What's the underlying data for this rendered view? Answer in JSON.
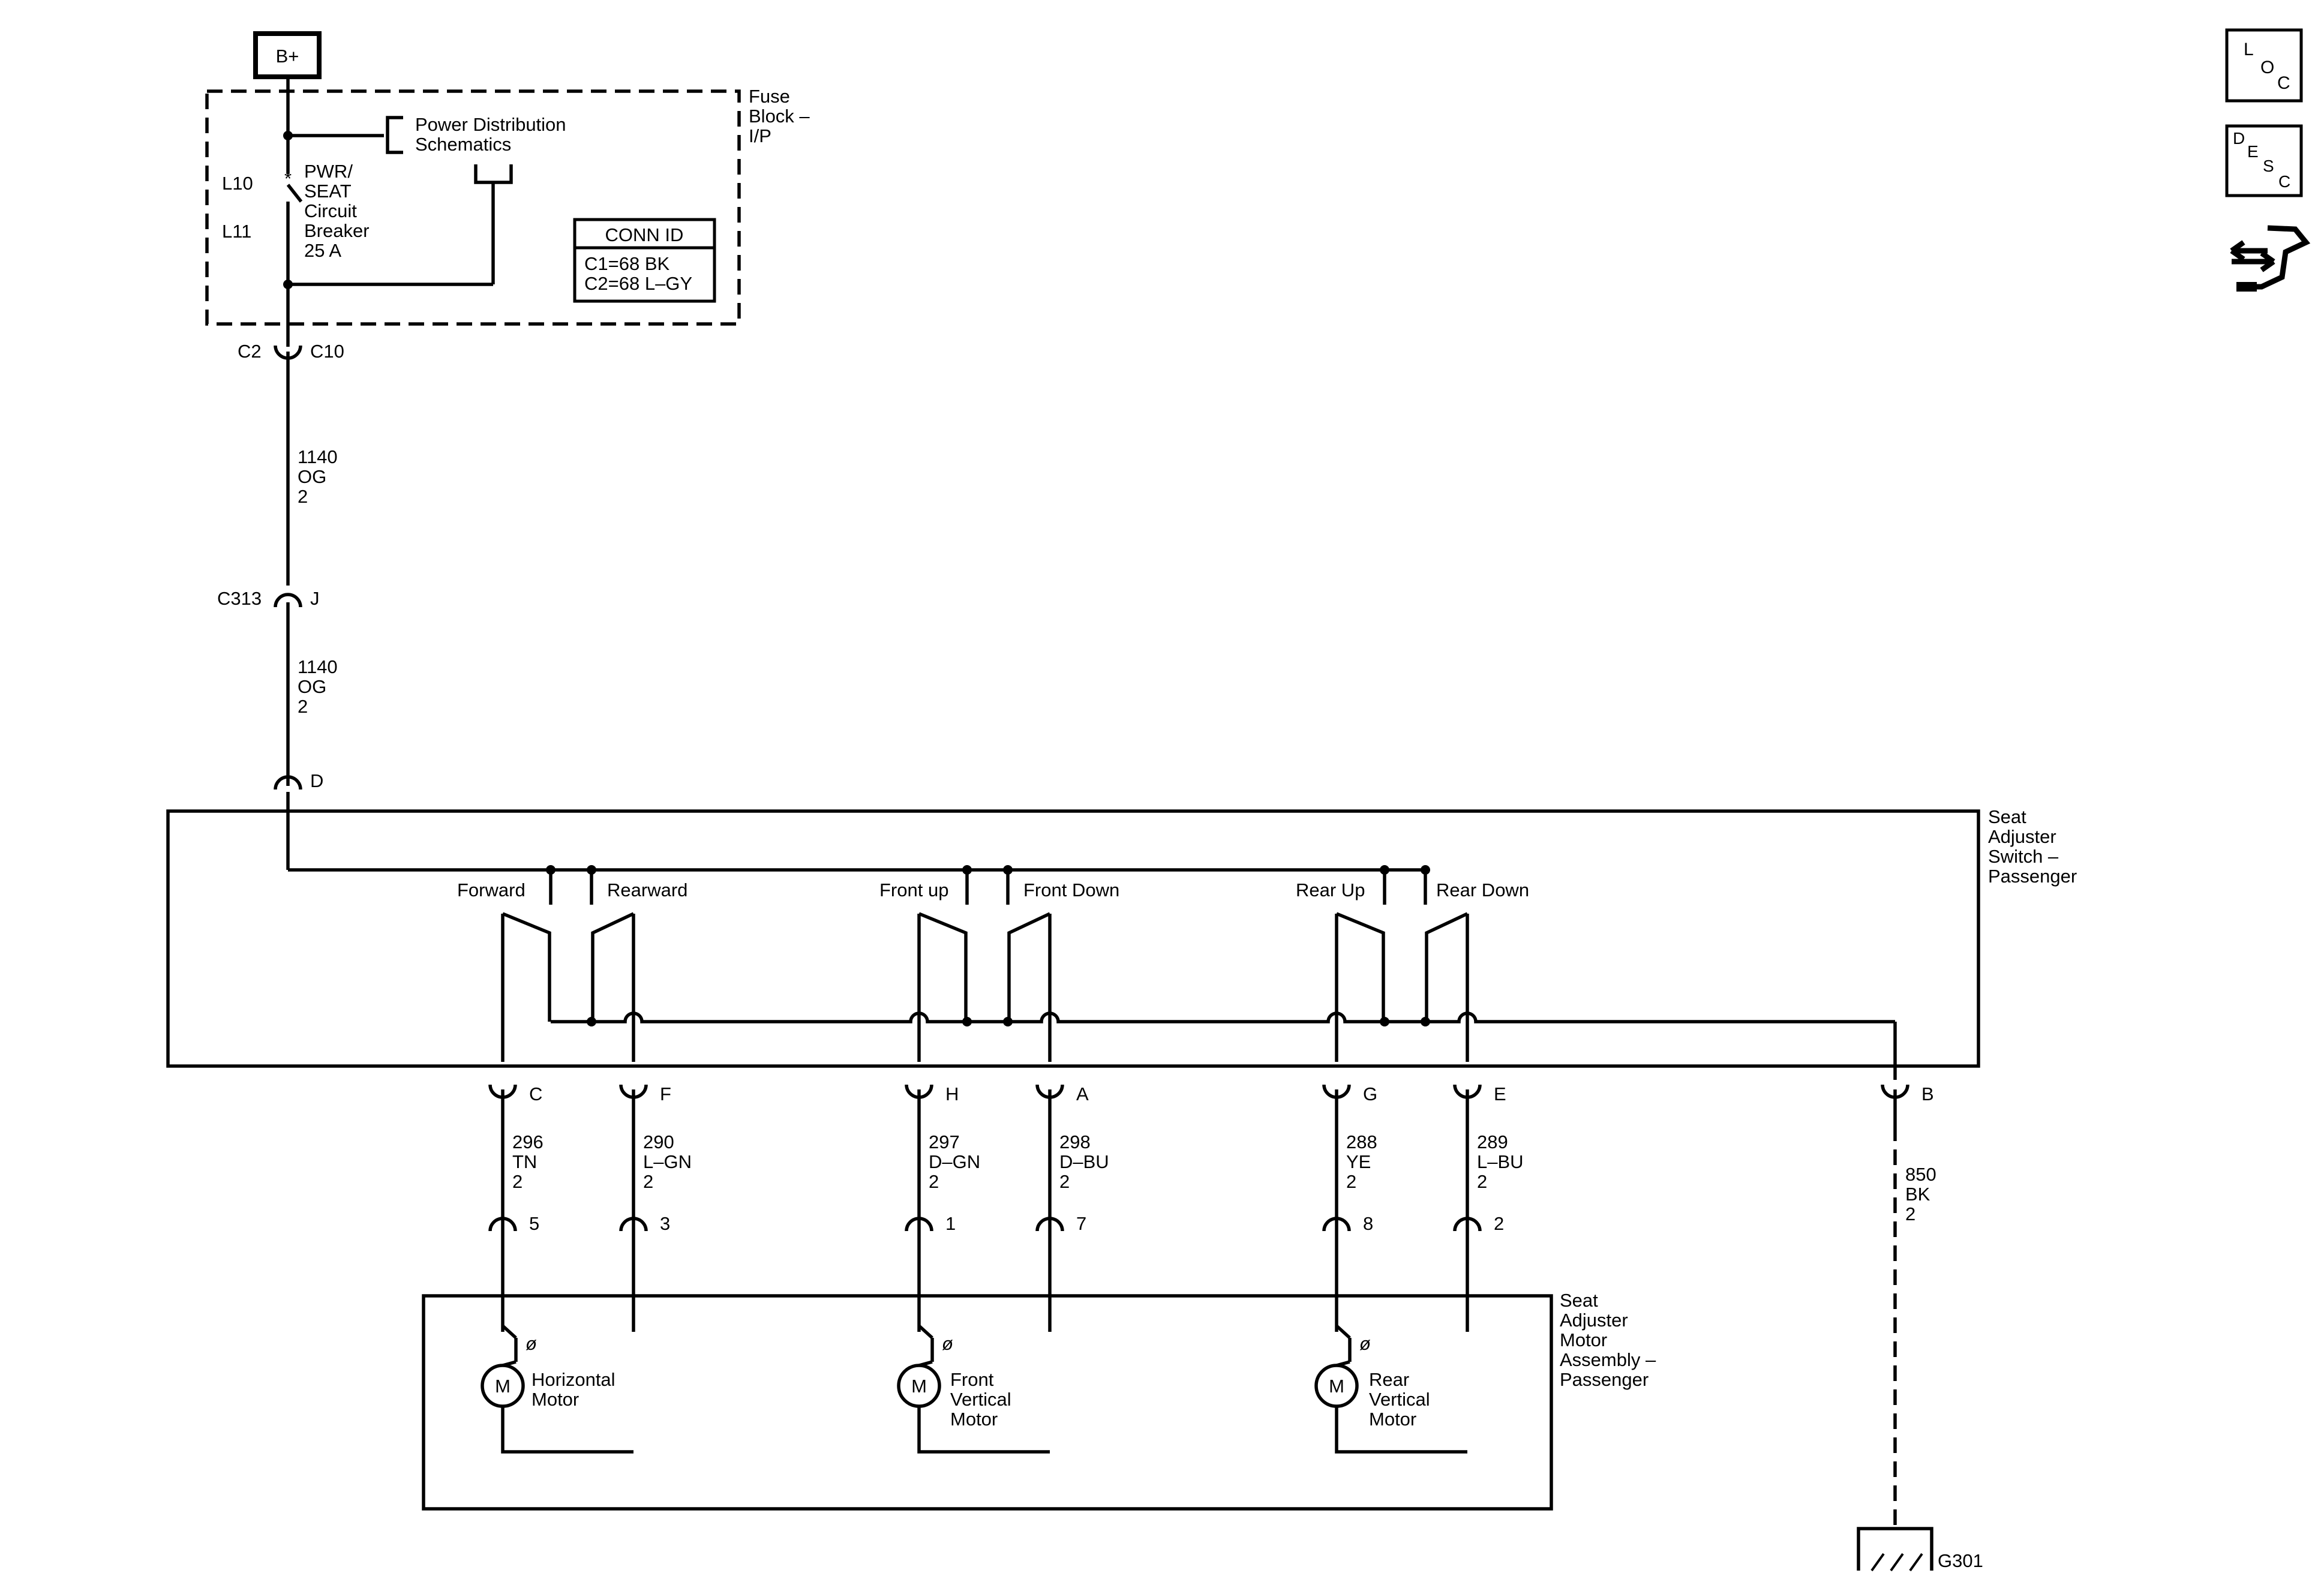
{
  "power": {
    "label": "B+"
  },
  "fuse_block": {
    "name": "Fuse\nBlock –\nI/P",
    "power_dist_ref": "Power Distribution\nSchematics",
    "breaker_label": "PWR/\nSEAT\nCircuit\nBreaker\n25 A",
    "loc_l10": "L10",
    "loc_l11": "L11",
    "conn_id_title": "CONN ID",
    "conn_id_lines": "C1=68 BK\nC2=68 L–GY"
  },
  "connectors": {
    "c2_left": "C2",
    "c10_right": "C10",
    "c313": "C313",
    "c313_pin": "J",
    "switch_pin_d": "D"
  },
  "wire_1140_a": "1140\nOG\n2",
  "wire_1140_b": "1140\nOG\n2",
  "switch": {
    "name": "Seat\nAdjuster\nSwitch –\nPassenger",
    "forward": "Forward",
    "rearward": "Rearward",
    "front_up": "Front up",
    "front_down": "Front Down",
    "rear_up": "Rear Up",
    "rear_down": "Rear Down"
  },
  "switch_pins": [
    "C",
    "F",
    "H",
    "A",
    "G",
    "E",
    "B"
  ],
  "wires": [
    "296\nTN\n2",
    "290\nL–GN\n2",
    "297\nD–GN\n2",
    "298\nD–BU\n2",
    "288\nYE\n2",
    "289\nL–BU\n2",
    "850\nBK\n2"
  ],
  "motor_pins": [
    "5",
    "3",
    "1",
    "7",
    "8",
    "2"
  ],
  "motor_assembly": {
    "name": "Seat\nAdjuster\nMotor\nAssembly –\nPassenger",
    "motor_symbol": "M",
    "thermal_symbol": "ø",
    "horizontal": "Horizontal\nMotor",
    "front_vertical": "Front\nVertical\nMotor",
    "rear_vertical": "Rear\nVertical\nMotor"
  },
  "ground": {
    "label": "G301"
  },
  "icons": {
    "loc_letters": [
      "L",
      "O",
      "C"
    ],
    "desc_letters": [
      "D",
      "E",
      "S",
      "C"
    ],
    "connector_view_icon": "connector-view-icon"
  }
}
